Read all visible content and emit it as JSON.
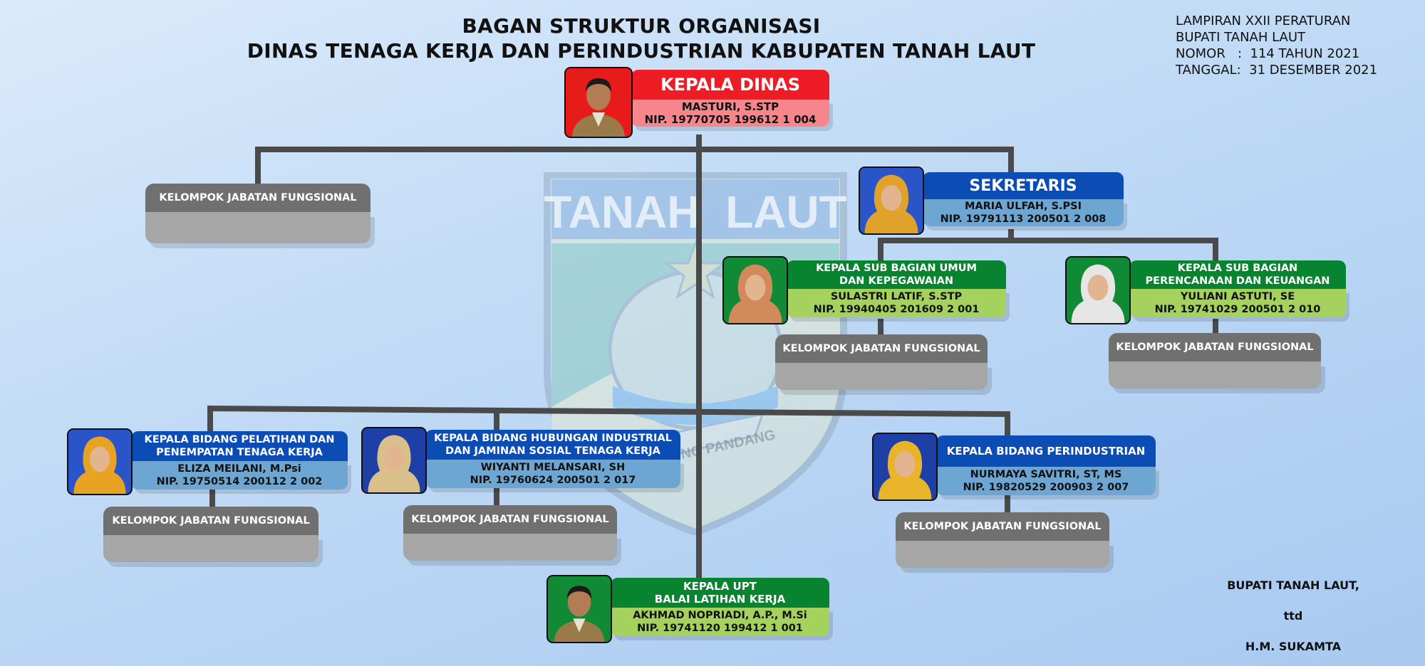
{
  "title": {
    "line1": "BAGAN STRUKTUR ORGANISASI",
    "line2": "DINAS TENAGA KERJA DAN PERINDUSTRIAN KABUPATEN TANAH LAUT"
  },
  "lampiran": {
    "line1": "LAMPIRAN XXII PERATURAN",
    "line2": "BUPATI TANAH LAUT",
    "line3": "NOMOR   :  114 TAHUN 2021",
    "line4": "TANGGAL:  31 DESEMBER 2021"
  },
  "emblem": {
    "text": "TANAH  LAUT",
    "ribbon": "TUNTUNG PANDANG"
  },
  "colors": {
    "red_head": "#ee1c25",
    "red_body": "#f7868c",
    "blue_head": "#0b4db5",
    "blue_body": "#6ea6d3",
    "green_head": "#088330",
    "green_body": "#a5d25f",
    "gray_head": "#707070",
    "gray_body": "#a6a6a6",
    "line": "#4a4a4a"
  },
  "kepala_dinas": {
    "title": "KEPALA DINAS",
    "name": "MASTURI, S.STP",
    "nip": "NIP. 19770705 199612 1 004"
  },
  "sekretaris": {
    "title": "SEKRETARIS",
    "name": "MARIA ULFAH, S.PSI",
    "nip": "NIP. 19791113 200501 2 008"
  },
  "subbag_umum": {
    "title1": "KEPALA SUB BAGIAN UMUM",
    "title2": "DAN KEPEGAWAIAN",
    "name": "SULASTRI LATIF, S.STP",
    "nip": "NIP. 19940405 201609 2 001"
  },
  "subbag_keu": {
    "title1": "KEPALA SUB BAGIAN",
    "title2": "PERENCANAAN DAN KEUANGAN",
    "name": "YULIANI ASTUTI, SE",
    "nip": "NIP. 19741029 200501 2 010"
  },
  "bid_pelatihan": {
    "title1": "KEPALA BIDANG PELATIHAN DAN",
    "title2": "PENEMPATAN TENAGA KERJA",
    "name": "ELIZA MEILANI, M.Psi",
    "nip": "NIP. 19750514 200112 2 002"
  },
  "bid_hubungan": {
    "title1": "KEPALA BIDANG HUBUNGAN INDUSTRIAL",
    "title2": "DAN JAMINAN SOSIAL TENAGA KERJA",
    "name": "WIYANTI MELANSARI, SH",
    "nip": "NIP. 19760624 200501 2 017"
  },
  "bid_perindustrian": {
    "title": "KEPALA BIDANG PERINDUSTRIAN",
    "name": "NURMAYA SAVITRI, ST, MS",
    "nip": "NIP. 19820529 200903 2 007"
  },
  "upt": {
    "title1": "KEPALA UPT",
    "title2": "BALAI LATIHAN KERJA",
    "name": "AKHMAD NOPRIADI, A.P., M.Si",
    "nip": "NIP. 19741120 199412 1 001"
  },
  "kjf_label": "KELOMPOK JABATAN FUNGSIONAL",
  "signature": {
    "title": "BUPATI TANAH LAUT,",
    "ttd": "ttd",
    "name": "H.M. SUKAMTA"
  }
}
